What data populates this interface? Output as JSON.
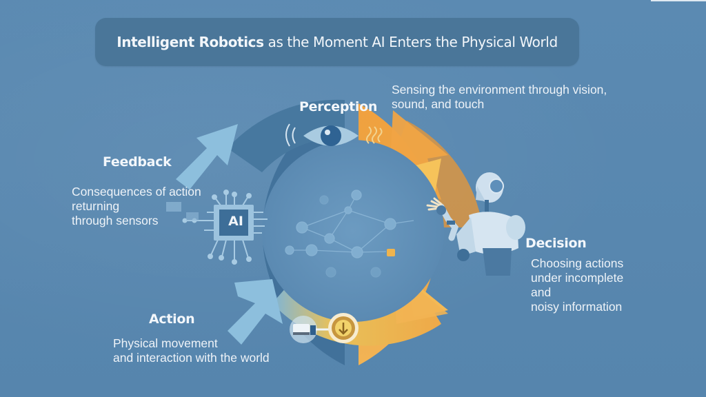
{
  "title": {
    "bold": "Intelligent Robotics",
    "rest": " as the Moment AI Enters the Physical World"
  },
  "stages": {
    "perception": {
      "heading": "Perception",
      "description": [
        "Sensing the environment through vision,",
        "sound, and touch"
      ],
      "icon": "eye-icon"
    },
    "decision": {
      "heading": "Decision",
      "description": [
        "Choosing actions",
        "under incomplete",
        "and",
        "noisy information"
      ],
      "icon": "robot-icon"
    },
    "action": {
      "heading": "Action",
      "description": [
        "Physical movement",
        "and interaction with the world"
      ],
      "icon": "robotic-arm-icon"
    },
    "feedback": {
      "heading": "Feedback",
      "description": [
        "Consequences of action",
        "returning",
        "through sensors"
      ],
      "icon": "ai-chip-icon"
    }
  },
  "center": {
    "chip_label": "AI",
    "icon": "neural-network-icon"
  },
  "colors": {
    "background": "#5a89b0",
    "title_box": "#4a7699",
    "ring_blue_dark": "#3f6f98",
    "ring_blue_light": "#8ec0df",
    "ring_orange": "#efa445",
    "ring_yellow": "#f5c45a",
    "text": "#eef4f9"
  }
}
